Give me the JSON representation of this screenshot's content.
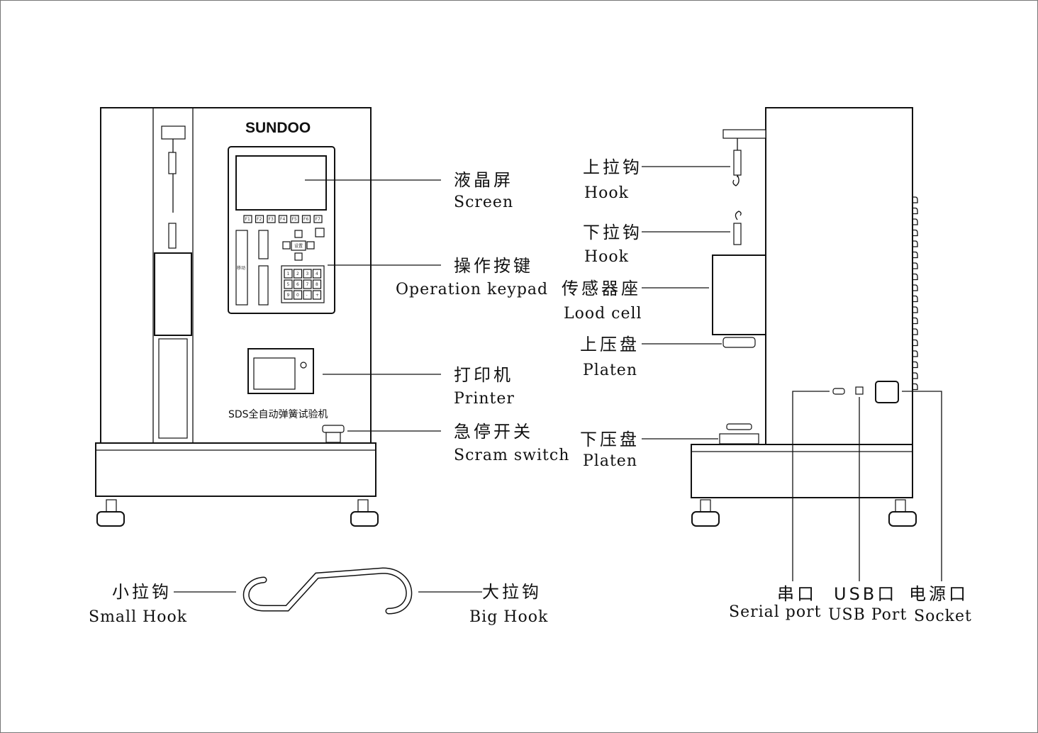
{
  "front_view": {
    "brand": "SUNDOO",
    "model_label": "SDS全自动弹簧试验机",
    "function_keys": [
      "F1",
      "F2",
      "F3",
      "F4",
      "F5",
      "F6",
      "F7"
    ],
    "nav_center_key": "设置",
    "move_label": "移动",
    "numpad_keys": [
      "1",
      "2",
      "3",
      "4",
      "5",
      "6",
      "7",
      "8",
      "9",
      "0",
      "-",
      "+"
    ],
    "labels": [
      {
        "cn": "液晶屏",
        "en": "Screen"
      },
      {
        "cn": "操作按键",
        "en": "Operation keypad"
      },
      {
        "cn": "打印机",
        "en": "Printer"
      },
      {
        "cn": "急停开关",
        "en": "Scram switch"
      }
    ]
  },
  "side_view": {
    "labels": [
      {
        "cn": "上拉钩",
        "en": "Hook"
      },
      {
        "cn": "下拉钩",
        "en": "Hook"
      },
      {
        "cn": "传感器座",
        "en": "Lood cell"
      },
      {
        "cn": "上压盘",
        "en": "Platen"
      },
      {
        "cn": "下压盘",
        "en": "Platen"
      }
    ],
    "ports": [
      {
        "cn": "串口",
        "en": "Serial port"
      },
      {
        "cn": "USB口",
        "en": "USB Port"
      },
      {
        "cn": "电源口",
        "en": "Socket"
      }
    ]
  },
  "hook": {
    "small": {
      "cn": "小拉钩",
      "en": "Small Hook"
    },
    "big": {
      "cn": "大拉钩",
      "en": "Big Hook"
    }
  }
}
